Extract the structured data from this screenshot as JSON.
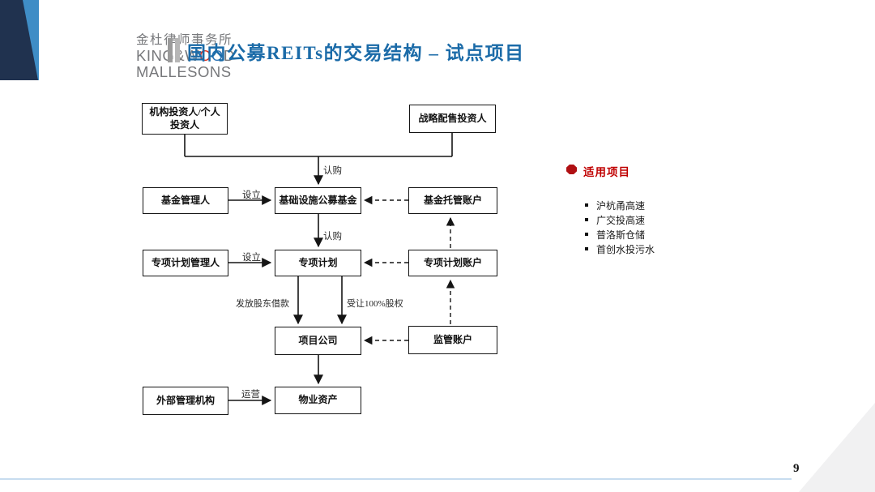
{
  "header": {
    "logo": {
      "line1": "金杜律师事务所",
      "line2_a": "KING&W",
      "line2_o1": "O",
      "line2_o2": "O",
      "line2_b": "D",
      "line3": "MALLESONS"
    },
    "title": "国内公募REITs的交易结构 – 试点项目"
  },
  "diagram": {
    "nodes": {
      "inst_investor": {
        "label": "机构投资人/个人",
        "label2": "投资人"
      },
      "strategic_investor": {
        "label": "战略配售投资人"
      },
      "fund_manager": {
        "label": "基金管理人"
      },
      "public_fund": {
        "label": "基础设施公募基金"
      },
      "fund_custody_account": {
        "label": "基金托管账户"
      },
      "plan_manager": {
        "label": "专项计划管理人"
      },
      "special_plan": {
        "label": "专项计划"
      },
      "plan_account": {
        "label": "专项计划账户"
      },
      "project_company": {
        "label": "项目公司"
      },
      "supervision_account": {
        "label": "监管账户"
      },
      "external_manager": {
        "label": "外部管理机构"
      },
      "property_asset": {
        "label": "物业资产"
      }
    },
    "edge_labels": {
      "subscribe_top": "认购",
      "establish_fund": "设立",
      "subscribe_mid": "认购",
      "establish_plan": "设立",
      "shareholder_loan": "发放股东借款",
      "equity_transfer": "受让100%股权",
      "operate": "运营"
    }
  },
  "side_panel": {
    "heading": "适用项目",
    "items": [
      "沪杭甬高速",
      "广交投高速",
      "普洛斯仓储",
      "首创水投污水"
    ]
  },
  "footer": {
    "page_number": "9"
  },
  "colors": {
    "title_blue": "#1B6BA8",
    "brand_navy": "#20324F",
    "brand_light_blue": "#3F8DC6",
    "heading_red": "#C00000",
    "logo_o_red": "#E0301E",
    "logo_o_blue": "#2E75B6",
    "footer_line_blue": "#C7DCEF",
    "corner_triangle_gray": "#F1F1F2"
  }
}
